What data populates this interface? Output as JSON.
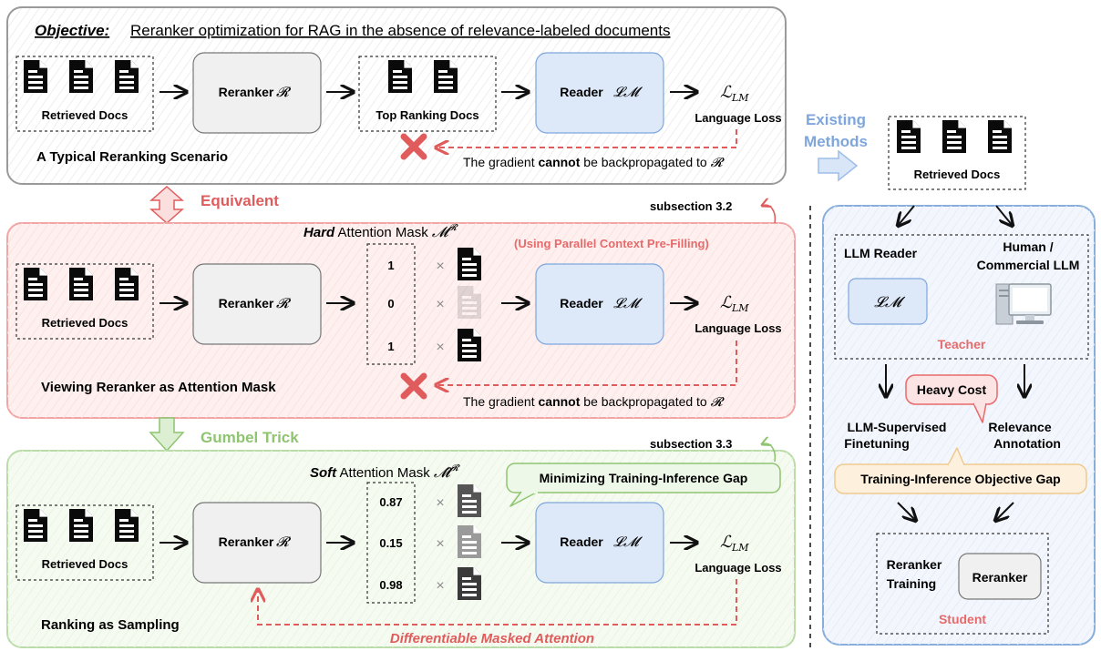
{
  "objective": {
    "prefix": "Objective:",
    "text": "Reranker optimization for RAG in the absence of relevance-labeled documents"
  },
  "colors": {
    "panel1_border": "#9a9a9a",
    "panel2_border": "#f2a5a5",
    "panel2_fill": "#fdf0ef",
    "panel3_border": "#b9dca9",
    "panel3_fill": "#f6fbf2",
    "right_border": "#88aedb",
    "right_fill": "#f3f7fd",
    "reader_fill": "#dde8f8",
    "reader_border": "#7fa6dc",
    "reranker_fill": "#f0f0f0",
    "red": "#e05c5c",
    "green": "#8fc471",
    "blue": "#9dbde8",
    "teacher_red": "#e86a6a",
    "heavy_fill": "#fde4e4",
    "gap_fill": "#fdf1dd",
    "gap_border": "#f0c98f",
    "bubble_green_fill": "#eef8e8"
  },
  "icons": {
    "doc": "document-icon",
    "x": "red-x-icon",
    "mult": "multiply-icon",
    "computer": "computer-icon"
  },
  "labels": {
    "retrieved_docs": "Retrieved Docs",
    "reranker": "Reranker",
    "reranker_symbol": "𝓡",
    "reader": "Reader",
    "reader_symbol": "𝓛𝓜",
    "loss_symbol": "ℒ",
    "loss_sub": "LM",
    "language_loss": "Language Loss",
    "top_ranking_docs": "Top Ranking Docs",
    "gradient_pre": "The gradient",
    "gradient_bold": "cannot",
    "gradient_post": "be backpropagated to"
  },
  "panel1": {
    "title": "A Typical Reranking Scenario"
  },
  "equivalent": "Equivalent",
  "panel2": {
    "subsection": "subsection 3.2",
    "mask_title_bold": "Hard",
    "mask_title_rest": "Attention Mask",
    "mask_symbol": "𝓜",
    "mask_sup": "𝓡",
    "parallel": "(Using Parallel Context Pre-Filling)",
    "mask_values": [
      "1",
      "0",
      "1"
    ],
    "doc_opacity": [
      1,
      0.12,
      1
    ],
    "title": "Viewing Reranker as Attention Mask"
  },
  "gumbel": "Gumbel Trick",
  "panel3": {
    "subsection": "subsection 3.3",
    "mask_title_bold": "Soft",
    "mask_title_rest": "Attention Mask",
    "mask_symbol": "𝓜̂",
    "mask_sup": "𝓡",
    "bubble": "Minimizing Training-Inference Gap",
    "mask_values": [
      "0.87",
      "0.15",
      "0.98"
    ],
    "doc_gray": [
      "#555555",
      "#9a9a9a",
      "#3a3a3a"
    ],
    "title": "Ranking as Sampling",
    "diff": "Differentiable Masked Attention"
  },
  "right": {
    "existing_line1": "Existing",
    "existing_line2": "Methods",
    "retrieved_docs": "Retrieved Docs",
    "llm_reader": "LLM Reader",
    "human_line1": "Human /",
    "human_line2": "Commercial LLM",
    "lm_symbol": "𝓛𝓜",
    "teacher": "Teacher",
    "heavy_cost": "Heavy Cost",
    "llm_sup_line1": "LLM-Supervised",
    "llm_sup_line2": "Finetuning",
    "relevance_line1": "Relevance",
    "relevance_line2": "Annotation",
    "gap": "Training-Inference Objective Gap",
    "reranker_training_line1": "Reranker",
    "reranker_training_line2": "Training",
    "reranker": "Reranker",
    "student": "Student"
  }
}
